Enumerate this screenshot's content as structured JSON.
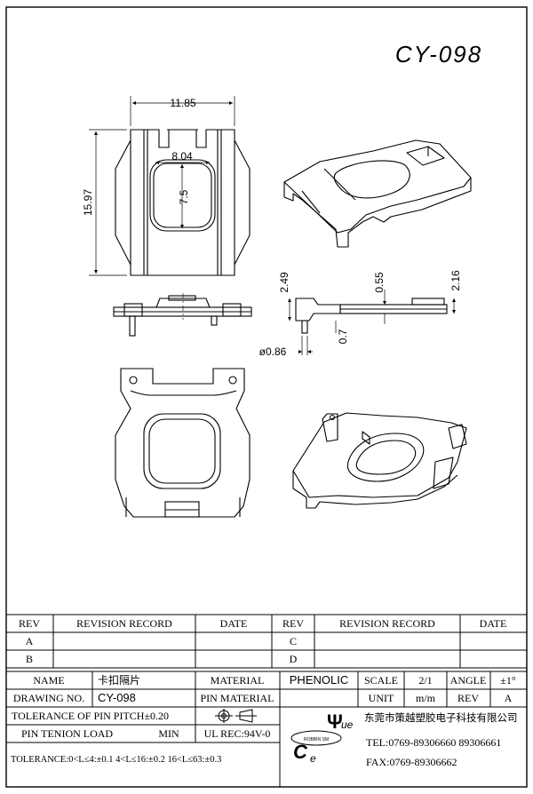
{
  "drawing": {
    "code": "CY-098",
    "dimensions": {
      "width": "11.85",
      "inner_width": "8.04",
      "inner_height": "7.5",
      "height": "15.97",
      "side_h1": "2.49",
      "side_h2": "0.55",
      "side_h3": "2.16",
      "side_h4": "0.7",
      "pin_dia": "ø0.86"
    }
  },
  "revision_table": {
    "headers": [
      "REV",
      "REVISION RECORD",
      "DATE",
      "REV",
      "REVISION RECORD",
      "DATE"
    ],
    "rows": [
      [
        "A",
        "",
        "",
        "C",
        "",
        ""
      ],
      [
        "B",
        "",
        "",
        "D",
        "",
        ""
      ]
    ]
  },
  "title_block": {
    "name_label": "NAME",
    "name_value": "卡扣隔片",
    "material_label": "MATERIAL",
    "material_value": "PHENOLIC",
    "scale_label": "SCALE",
    "scale_value": "2/1",
    "angle_label": "ANGLE",
    "angle_value": "±1°",
    "drawing_no_label": "DRAWING NO.",
    "drawing_no_value": "CY-098",
    "pin_material_label": "PIN MATERIAL",
    "unit_label": "UNIT",
    "unit_value": "m/m",
    "rev_label": "REV",
    "rev_value": "A",
    "pitch_tolerance": "TOLERANCE OF PIN PITCH±0.20",
    "pin_load_label": "PIN TENION LOAD",
    "pin_load_value": "MIN",
    "ul_rec": "UL REC:94V-0",
    "tolerance": "TOLERANCE:0<L≤4:±0.1  4<L≤16:±0.2  16<L≤63:±0.3",
    "company_name": "东莞市策越塑胶电子科技有限公司",
    "tel": "TEL:0769-89306660 89306661",
    "fax": "FAX:0769-89306662",
    "logo_letters": [
      "C",
      "e",
      "Ψ",
      "ue"
    ],
    "logo_ring_text": "ROBBIN  SM"
  }
}
